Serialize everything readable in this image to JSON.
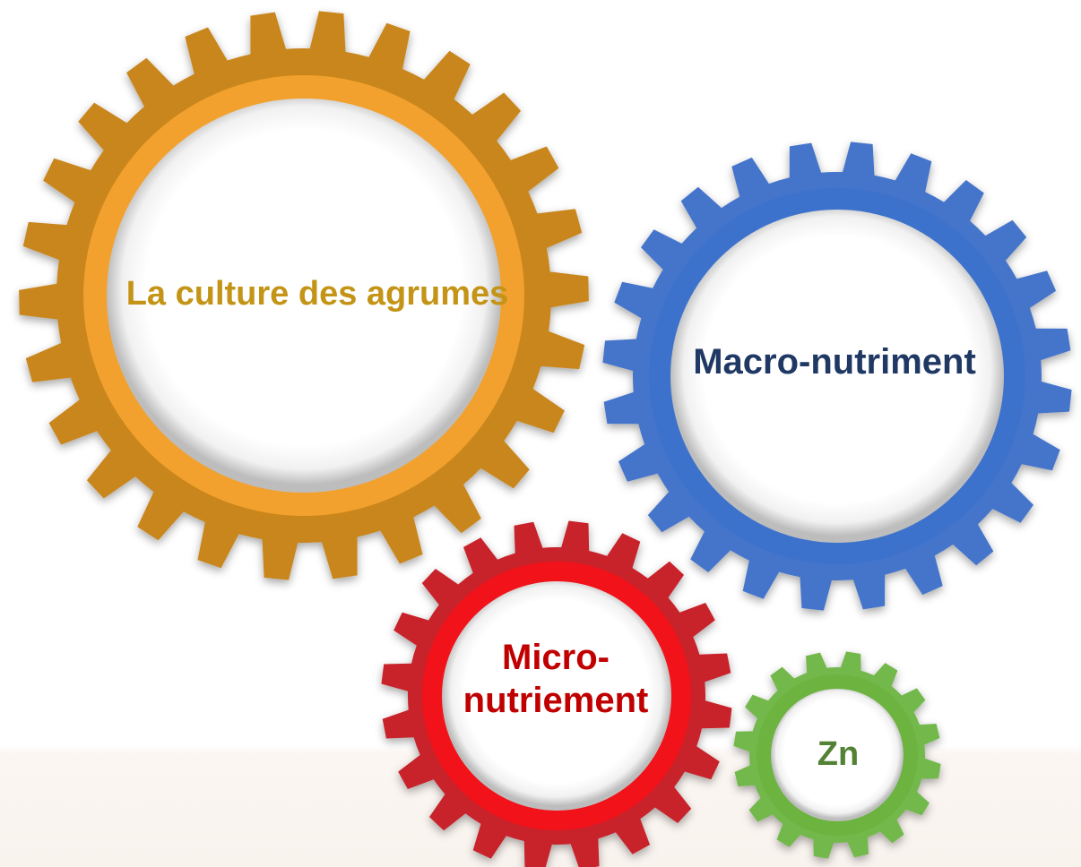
{
  "gears": [
    {
      "label": "La culture des agrumes",
      "outer_color": "#C9861E",
      "inner_color": "#F2A12E",
      "text_color": "#C49416"
    },
    {
      "label": "Macro-nutriment",
      "outer_color": "#4475CB",
      "inner_color": "#3D72CC",
      "text_color": "#1F3864"
    },
    {
      "label": "Micro-",
      "label_line2": "nutriement",
      "outer_color": "#C8202A",
      "inner_color": "#F2121A",
      "text_color": "#C00000"
    },
    {
      "label": "Zn",
      "outer_color": "#72B84B",
      "inner_color": "#6CB33F",
      "text_color": "#548235"
    }
  ]
}
